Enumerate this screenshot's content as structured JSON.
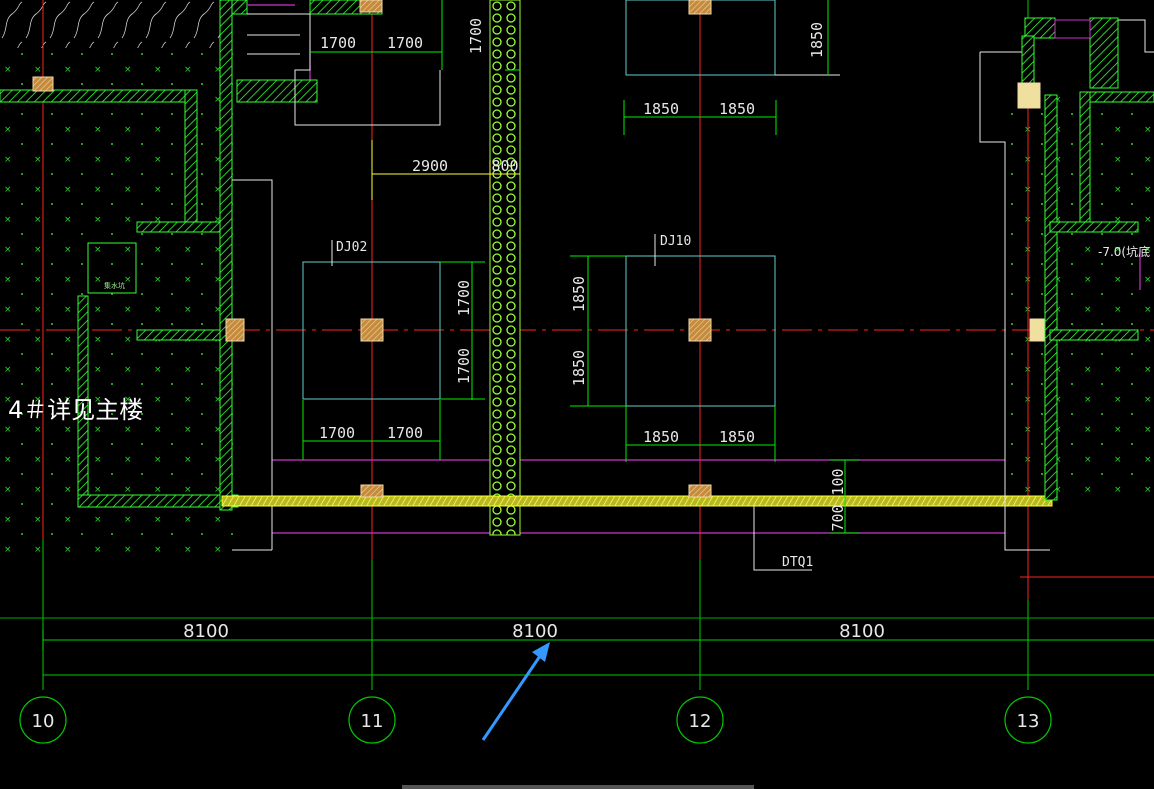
{
  "drawing": {
    "colors": {
      "background": "#000000",
      "grid_line": "#00cc00",
      "axis_line": "#ff0000",
      "wall": "#33ff33",
      "foundation_outline": "#66cccc",
      "column": "#d4a64a",
      "beam": "#ffff33",
      "pipe_line": "#cc33cc",
      "arrow": "#3399ff"
    },
    "axes": [
      "10",
      "11",
      "12",
      "13"
    ],
    "bay_dimensions": [
      "8100",
      "8100",
      "8100"
    ],
    "top_dims": {
      "left_pair": [
        "1700",
        "1700"
      ],
      "left_vertical": "1700",
      "right_pair": [
        "1850",
        "1850"
      ],
      "right_vertical": "1850",
      "span_2900": "2900",
      "span_800": "800"
    },
    "footings": [
      {
        "label": "DJ02",
        "horizontal_dims": [
          "1700",
          "1700"
        ],
        "vertical_dims": [
          "1700",
          "1700"
        ]
      },
      {
        "label": "DJ10",
        "horizontal_dims": [
          "1850",
          "1850"
        ],
        "vertical_dims": [
          "1850",
          "1850"
        ]
      }
    ],
    "wall_label": "DTQ1",
    "wall_dims": [
      "100",
      "700"
    ],
    "note_main_building": "4＃详见主楼",
    "note_level": "-7.0(坑底",
    "note_small": "集水坑"
  }
}
